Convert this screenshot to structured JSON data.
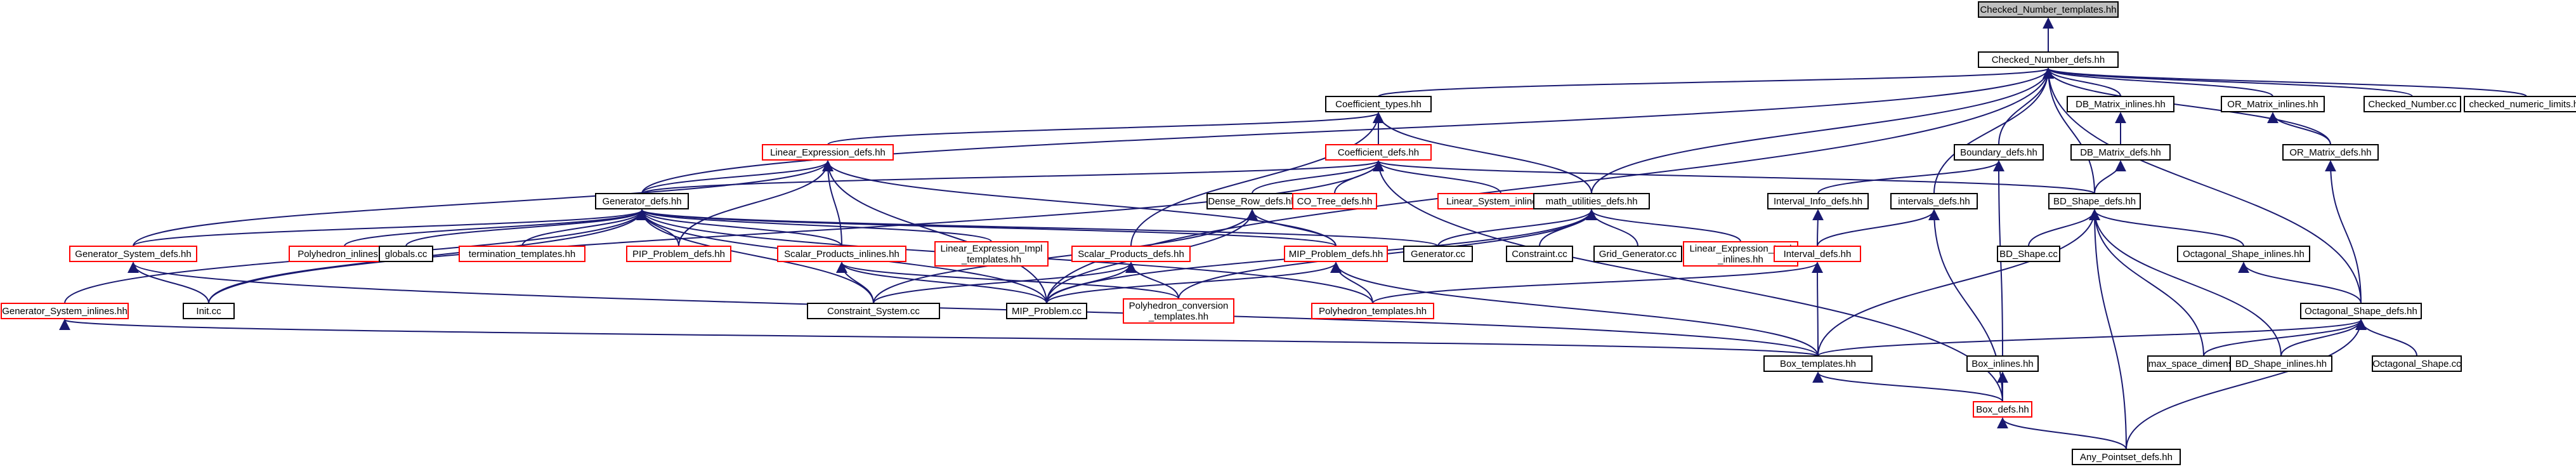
{
  "colors": {
    "edge": "#191970",
    "normal_border": "#000000",
    "missing_border": "#ff0000",
    "root_fill": "#bfbfbf",
    "fill": "#ffffff"
  },
  "nodes": [
    {
      "id": "root",
      "lines": [
        "Checked_Number_templates.hh"
      ],
      "style": "root"
    },
    {
      "id": "cn_defs",
      "lines": [
        "Checked_Number_defs.hh"
      ],
      "style": "normal"
    },
    {
      "id": "coeff_types",
      "lines": [
        "Coefficient_types.hh"
      ],
      "style": "normal"
    },
    {
      "id": "dbm_inl",
      "lines": [
        "DB_Matrix_inlines.hh"
      ],
      "style": "normal"
    },
    {
      "id": "orm_inl",
      "lines": [
        "OR_Matrix_inlines.hh"
      ],
      "style": "normal"
    },
    {
      "id": "cn_cc",
      "lines": [
        "Checked_Number.cc"
      ],
      "style": "normal"
    },
    {
      "id": "cnl",
      "lines": [
        "checked_numeric_limits.hh"
      ],
      "style": "normal"
    },
    {
      "id": "linexp_defs",
      "lines": [
        "Linear_Expression_defs.hh"
      ],
      "style": "missing"
    },
    {
      "id": "coeff_defs",
      "lines": [
        "Coefficient_defs.hh"
      ],
      "style": "missing"
    },
    {
      "id": "boundary",
      "lines": [
        "Boundary_defs.hh"
      ],
      "style": "normal"
    },
    {
      "id": "dbm_defs",
      "lines": [
        "DB_Matrix_defs.hh"
      ],
      "style": "normal"
    },
    {
      "id": "orm_defs",
      "lines": [
        "OR_Matrix_defs.hh"
      ],
      "style": "normal"
    },
    {
      "id": "gen_defs",
      "lines": [
        "Generator_defs.hh"
      ],
      "style": "normal"
    },
    {
      "id": "denserow",
      "lines": [
        "Dense_Row_defs.hh"
      ],
      "style": "normal"
    },
    {
      "id": "cotree",
      "lines": [
        "CO_Tree_defs.hh"
      ],
      "style": "missing"
    },
    {
      "id": "linsys_inl",
      "lines": [
        "Linear_System_inlines.hh"
      ],
      "style": "missing"
    },
    {
      "id": "math_util",
      "lines": [
        "math_utilities_defs.hh"
      ],
      "style": "normal"
    },
    {
      "id": "intinfo",
      "lines": [
        "Interval_Info_defs.hh"
      ],
      "style": "normal"
    },
    {
      "id": "intervals_defs",
      "lines": [
        "intervals_defs.hh"
      ],
      "style": "normal"
    },
    {
      "id": "bds_defs",
      "lines": [
        "BD_Shape_defs.hh"
      ],
      "style": "normal"
    },
    {
      "id": "gensys_defs",
      "lines": [
        "Generator_System_defs.hh"
      ],
      "style": "missing"
    },
    {
      "id": "poly_inl",
      "lines": [
        "Polyhedron_inlines.hh"
      ],
      "style": "missing"
    },
    {
      "id": "globals",
      "lines": [
        "globals.cc"
      ],
      "style": "normal"
    },
    {
      "id": "term_tmpl",
      "lines": [
        "termination_templates.hh"
      ],
      "style": "missing"
    },
    {
      "id": "pip_defs",
      "lines": [
        "PIP_Problem_defs.hh"
      ],
      "style": "missing"
    },
    {
      "id": "sp_inl",
      "lines": [
        "Scalar_Products_inlines.hh"
      ],
      "style": "missing"
    },
    {
      "id": "linexp_impl_tmpl",
      "lines": [
        "Linear_Expression_Impl",
        "_templates.hh"
      ],
      "style": "missing"
    },
    {
      "id": "sp_defs",
      "lines": [
        "Scalar_Products_defs.hh"
      ],
      "style": "missing"
    },
    {
      "id": "mip_defs",
      "lines": [
        "MIP_Problem_defs.hh"
      ],
      "style": "missing"
    },
    {
      "id": "generator_cc",
      "lines": [
        "Generator.cc"
      ],
      "style": "normal"
    },
    {
      "id": "constraint_cc",
      "lines": [
        "Constraint.cc"
      ],
      "style": "normal"
    },
    {
      "id": "grid_gen_cc",
      "lines": [
        "Grid_Generator.cc"
      ],
      "style": "normal"
    },
    {
      "id": "linexp_impl_inl",
      "lines": [
        "Linear_Expression_Impl",
        "_inlines.hh"
      ],
      "style": "missing"
    },
    {
      "id": "interval_defs",
      "lines": [
        "Interval_defs.hh"
      ],
      "style": "missing"
    },
    {
      "id": "bds_cc",
      "lines": [
        "BD_Shape.cc"
      ],
      "style": "normal"
    },
    {
      "id": "oct_inl",
      "lines": [
        "Octagonal_Shape_inlines.hh"
      ],
      "style": "normal"
    },
    {
      "id": "gensys_inl",
      "lines": [
        "Generator_System_inlines.hh"
      ],
      "style": "missing"
    },
    {
      "id": "init_cc",
      "lines": [
        "Init.cc"
      ],
      "style": "normal"
    },
    {
      "id": "consys_cc",
      "lines": [
        "Constraint_System.cc"
      ],
      "style": "normal"
    },
    {
      "id": "mip_cc",
      "lines": [
        "MIP_Problem.cc"
      ],
      "style": "normal"
    },
    {
      "id": "poly_conv",
      "lines": [
        "Polyhedron_conversion",
        "_templates.hh"
      ],
      "style": "missing"
    },
    {
      "id": "poly_tmpl",
      "lines": [
        "Polyhedron_templates.hh"
      ],
      "style": "missing"
    },
    {
      "id": "oct_defs",
      "lines": [
        "Octagonal_Shape_defs.hh"
      ],
      "style": "normal"
    },
    {
      "id": "box_tmpl",
      "lines": [
        "Box_templates.hh"
      ],
      "style": "normal"
    },
    {
      "id": "box_inl",
      "lines": [
        "Box_inlines.hh"
      ],
      "style": "normal"
    },
    {
      "id": "msd",
      "lines": [
        "max_space_dimension.hh"
      ],
      "style": "normal"
    },
    {
      "id": "bds_inl",
      "lines": [
        "BD_Shape_inlines.hh"
      ],
      "style": "normal"
    },
    {
      "id": "oct_cc",
      "lines": [
        "Octagonal_Shape.cc"
      ],
      "style": "normal"
    },
    {
      "id": "box_defs",
      "lines": [
        "Box_defs.hh"
      ],
      "style": "missing"
    },
    {
      "id": "apset",
      "lines": [
        "Any_Pointset_defs.hh"
      ],
      "style": "normal"
    }
  ],
  "edges": [
    [
      "cn_defs",
      "root"
    ],
    [
      "coeff_types",
      "cn_defs"
    ],
    [
      "dbm_inl",
      "cn_defs"
    ],
    [
      "orm_inl",
      "cn_defs"
    ],
    [
      "cn_cc",
      "cn_defs"
    ],
    [
      "cnl",
      "cn_defs"
    ],
    [
      "gen_defs",
      "cn_defs"
    ],
    [
      "math_util",
      "cn_defs"
    ],
    [
      "boundary",
      "cn_defs"
    ],
    [
      "intervals_defs",
      "cn_defs"
    ],
    [
      "bds_defs",
      "cn_defs"
    ],
    [
      "oct_defs",
      "cn_defs"
    ],
    [
      "orm_defs",
      "cn_defs"
    ],
    [
      "mip_cc",
      "cn_defs"
    ],
    [
      "linexp_defs",
      "coeff_types"
    ],
    [
      "coeff_defs",
      "coeff_types"
    ],
    [
      "math_util",
      "coeff_types"
    ],
    [
      "sp_defs",
      "coeff_types"
    ],
    [
      "dbm_defs",
      "dbm_inl"
    ],
    [
      "orm_defs",
      "orm_inl"
    ],
    [
      "gen_defs",
      "linexp_defs"
    ],
    [
      "pip_defs",
      "linexp_defs"
    ],
    [
      "sp_inl",
      "linexp_defs"
    ],
    [
      "mip_cc",
      "linexp_defs"
    ],
    [
      "gensys_defs",
      "linexp_defs"
    ],
    [
      "mip_defs",
      "linexp_defs"
    ],
    [
      "gen_defs",
      "coeff_defs"
    ],
    [
      "denserow",
      "coeff_defs"
    ],
    [
      "cotree",
      "coeff_defs"
    ],
    [
      "linsys_inl",
      "coeff_defs"
    ],
    [
      "bds_defs",
      "coeff_defs"
    ],
    [
      "box_defs",
      "coeff_defs"
    ],
    [
      "init_cc",
      "coeff_defs"
    ],
    [
      "intinfo",
      "boundary"
    ],
    [
      "box_inl",
      "boundary"
    ],
    [
      "bds_defs",
      "dbm_defs"
    ],
    [
      "oct_defs",
      "orm_defs"
    ],
    [
      "gensys_defs",
      "gen_defs"
    ],
    [
      "poly_inl",
      "gen_defs"
    ],
    [
      "globals",
      "gen_defs"
    ],
    [
      "term_tmpl",
      "gen_defs"
    ],
    [
      "pip_defs",
      "gen_defs"
    ],
    [
      "sp_inl",
      "gen_defs"
    ],
    [
      "linexp_impl_tmpl",
      "gen_defs"
    ],
    [
      "mip_defs",
      "gen_defs"
    ],
    [
      "generator_cc",
      "gen_defs"
    ],
    [
      "init_cc",
      "gen_defs"
    ],
    [
      "consys_cc",
      "gen_defs"
    ],
    [
      "mip_cc",
      "gen_defs"
    ],
    [
      "poly_tmpl",
      "gen_defs"
    ],
    [
      "gensys_inl",
      "gen_defs"
    ],
    [
      "mip_defs",
      "denserow"
    ],
    [
      "mip_cc",
      "denserow"
    ],
    [
      "consys_cc",
      "denserow"
    ],
    [
      "generator_cc",
      "math_util"
    ],
    [
      "constraint_cc",
      "math_util"
    ],
    [
      "grid_gen_cc",
      "math_util"
    ],
    [
      "linexp_impl_inl",
      "math_util"
    ],
    [
      "mip_cc",
      "math_util"
    ],
    [
      "poly_conv",
      "math_util"
    ],
    [
      "interval_defs",
      "intinfo"
    ],
    [
      "interval_defs",
      "intervals_defs"
    ],
    [
      "box_defs",
      "intervals_defs"
    ],
    [
      "oct_inl",
      "bds_defs"
    ],
    [
      "bds_cc",
      "bds_defs"
    ],
    [
      "box_tmpl",
      "bds_defs"
    ],
    [
      "msd",
      "bds_defs"
    ],
    [
      "bds_inl",
      "bds_defs"
    ],
    [
      "apset",
      "bds_defs"
    ],
    [
      "init_cc",
      "gensys_defs"
    ],
    [
      "box_tmpl",
      "gensys_defs"
    ],
    [
      "consys_cc",
      "sp_inl"
    ],
    [
      "mip_cc",
      "sp_inl"
    ],
    [
      "poly_conv",
      "sp_inl"
    ],
    [
      "mip_cc",
      "sp_defs"
    ],
    [
      "poly_conv",
      "sp_defs"
    ],
    [
      "consys_cc",
      "sp_defs"
    ],
    [
      "mip_cc",
      "mip_defs"
    ],
    [
      "poly_tmpl",
      "mip_defs"
    ],
    [
      "box_tmpl",
      "mip_defs"
    ],
    [
      "box_tmpl",
      "interval_defs"
    ],
    [
      "poly_tmpl",
      "interval_defs"
    ],
    [
      "oct_defs",
      "oct_inl"
    ],
    [
      "box_tmpl",
      "gensys_inl"
    ],
    [
      "box_tmpl",
      "oct_defs"
    ],
    [
      "msd",
      "oct_defs"
    ],
    [
      "bds_inl",
      "oct_defs"
    ],
    [
      "oct_cc",
      "oct_defs"
    ],
    [
      "apset",
      "oct_defs"
    ],
    [
      "box_defs",
      "box_tmpl"
    ],
    [
      "box_defs",
      "box_inl"
    ],
    [
      "apset",
      "box_defs"
    ]
  ]
}
